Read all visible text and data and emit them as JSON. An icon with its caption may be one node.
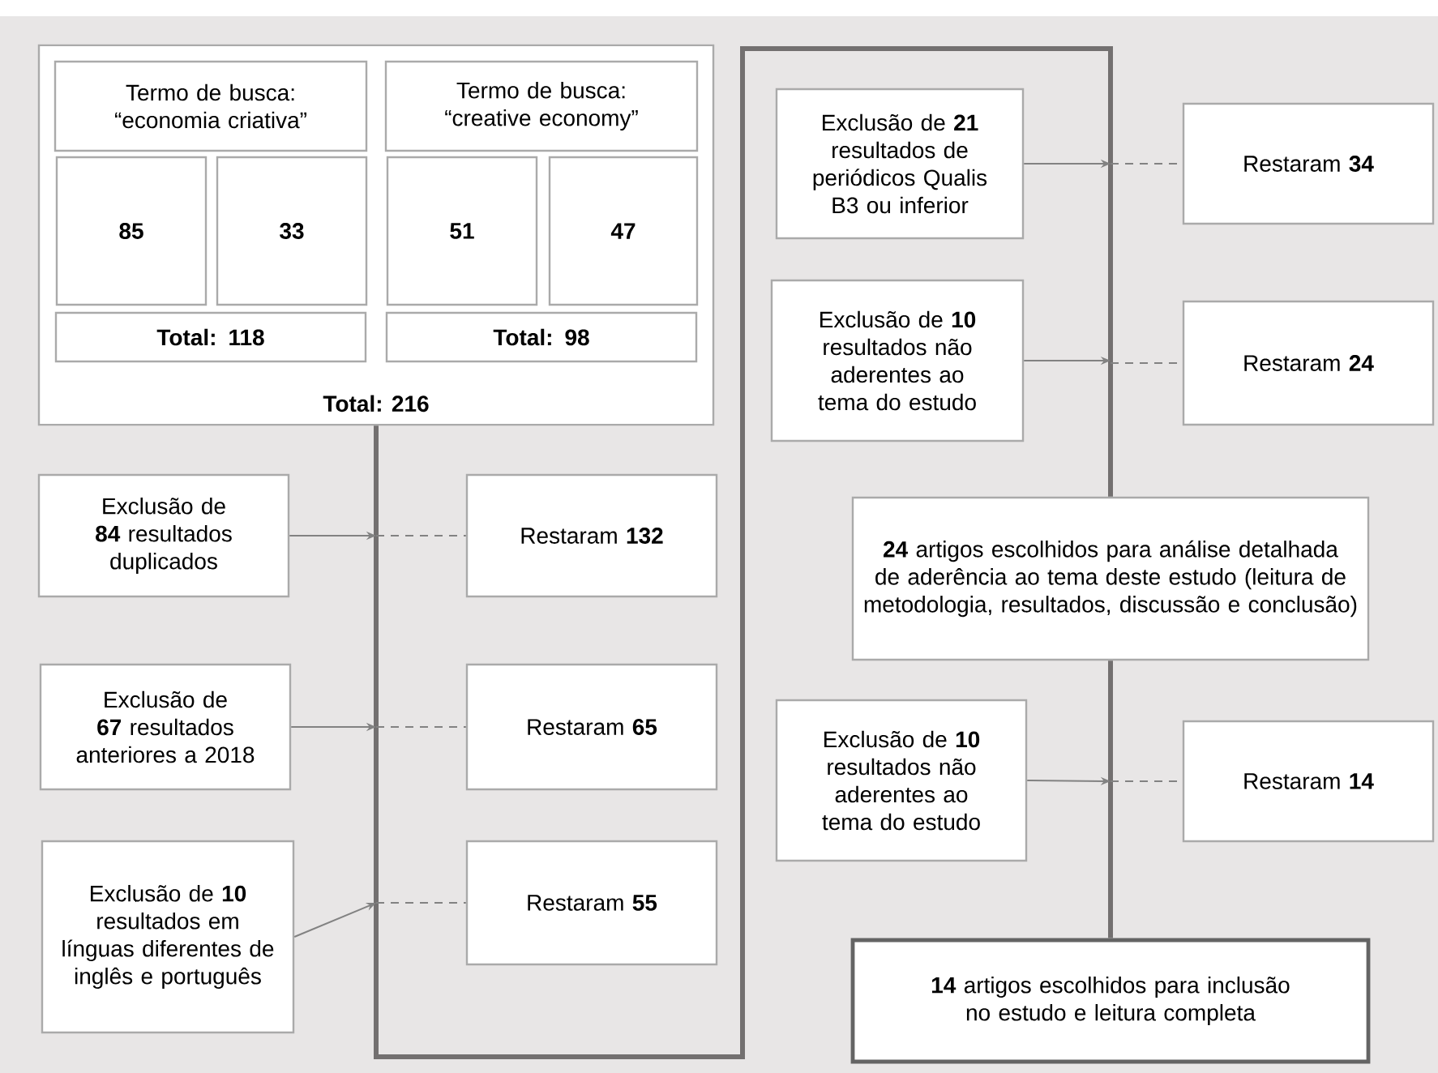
{
  "diagram": {
    "nodes": [
      {
        "text": [
          "Total: 216"
        ]
      },
      {
        "text": [
          "Termo de busca: “economia criativa”"
        ],
        "in": 0
      },
      {
        "text": [
          "Termo de busca: “creative economy”"
        ],
        "in": 0
      },
      {
        "text": [
          "85"
        ],
        "in": 0
      },
      {
        "text": [
          "33"
        ],
        "in": 0
      },
      {
        "text": [
          "51"
        ],
        "in": 0
      },
      {
        "text": [
          "47"
        ],
        "in": 0
      },
      {
        "text": [
          "Total: 118"
        ],
        "in": 0
      },
      {
        "text": [
          "Total: 98"
        ],
        "in": 0
      },
      {
        "text": [
          "Exclusão de **84** resultados duplicados"
        ]
      },
      {
        "text": [
          "Restaram **132**"
        ]
      },
      {
        "text": [
          "Exclusão de **67** resultados anteriores a 2018"
        ]
      },
      {
        "text": [
          "Restaram **65**"
        ]
      },
      {
        "text": [
          "Exclusão de **10** resultados em línguas diferentes de inglês e português"
        ]
      },
      {
        "text": [
          "Restaram **55**"
        ]
      },
      {
        "text": [
          "Exclusão de **21** resultados de periódicos Qualis B3 ou inferior"
        ]
      },
      {
        "text": [
          "Restaram **34**"
        ]
      },
      {
        "text": [
          "Exclusão de **10** resultados não aderentes ao tema do estudo"
        ]
      },
      {
        "text": [
          "Restaram **24**"
        ]
      },
      {
        "text": [
          "**24** artigos escolhidos para análise detalhada de aderência ao tema deste estudo (leitura de metodologia, resultados, discussão e conclusão)"
        ]
      },
      {
        "text": [
          "Exclusão de **10** resultados não aderentes ao tema do estudo"
        ]
      },
      {
        "text": [
          "Restaram **14**"
        ]
      },
      {
        "text": [
          "**14** artigos escolhidos para inclusão no estudo e leitura completa"
        ]
      }
    ],
    "edges": [
      {
        "from": 0,
        "to": 19,
        "arrow": "none",
        "style": "thick"
      },
      {
        "from": 19,
        "to": 22,
        "arrow": "none",
        "style": "thick"
      },
      {
        "from": 9,
        "to": null,
        "arrow": "to"
      },
      {
        "from": null,
        "to": 10,
        "arrow": "none",
        "style": "dashed"
      },
      {
        "from": 11,
        "to": null,
        "arrow": "to"
      },
      {
        "from": null,
        "to": 12,
        "arrow": "none",
        "style": "dashed"
      },
      {
        "from": 13,
        "to": null,
        "arrow": "to"
      },
      {
        "from": null,
        "to": 14,
        "arrow": "none",
        "style": "dashed"
      },
      {
        "from": 15,
        "to": null,
        "arrow": "to"
      },
      {
        "from": null,
        "to": 16,
        "arrow": "none",
        "style": "dashed"
      },
      {
        "from": 17,
        "to": null,
        "arrow": "to"
      },
      {
        "from": null,
        "to": 18,
        "arrow": "none",
        "style": "dashed"
      },
      {
        "from": 20,
        "to": null,
        "arrow": "to"
      },
      {
        "from": null,
        "to": 21,
        "arrow": "none",
        "style": "dashed"
      }
    ]
  }
}
